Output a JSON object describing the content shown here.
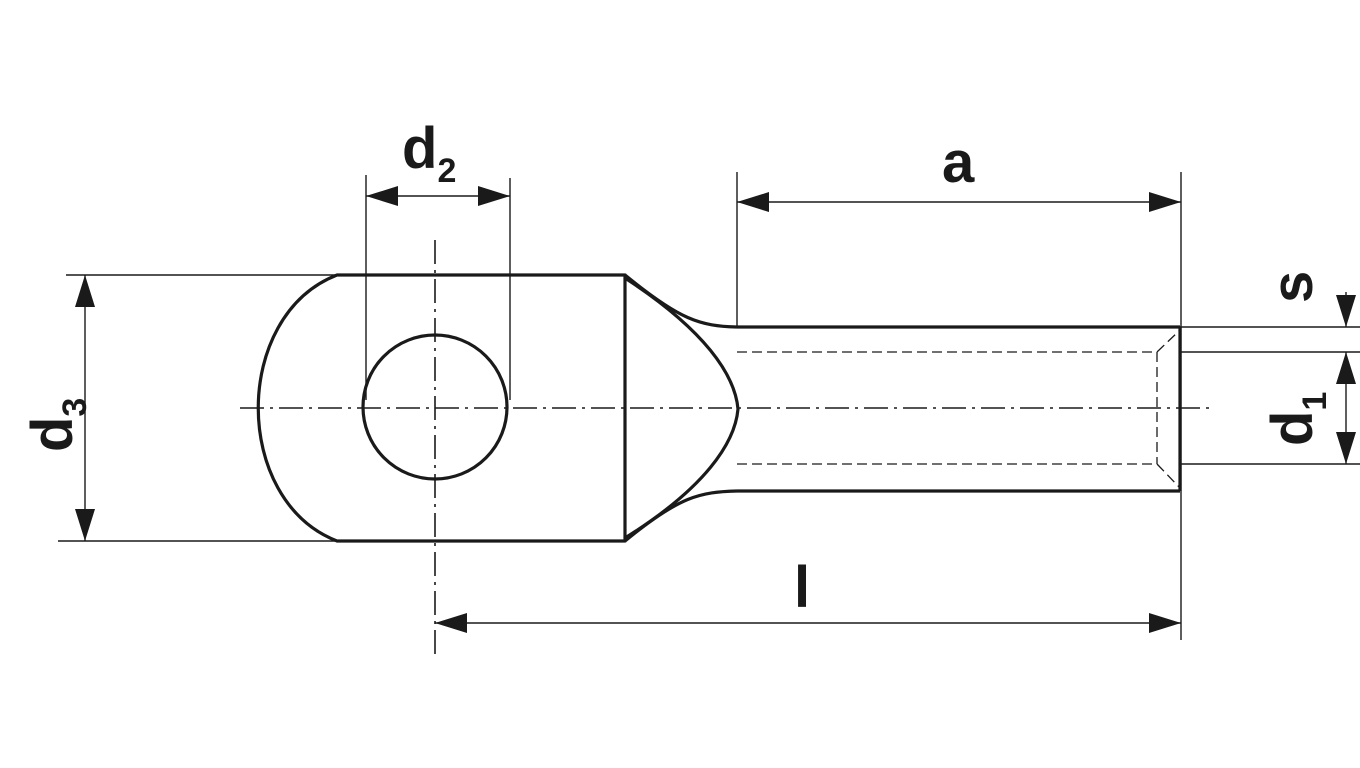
{
  "labels": {
    "d2_main": "d",
    "d2_sub": "2",
    "a": "a",
    "s": "s",
    "d1_main": "d",
    "d1_sub": "1",
    "d3_main": "d",
    "d3_sub": "3",
    "l": "l"
  }
}
